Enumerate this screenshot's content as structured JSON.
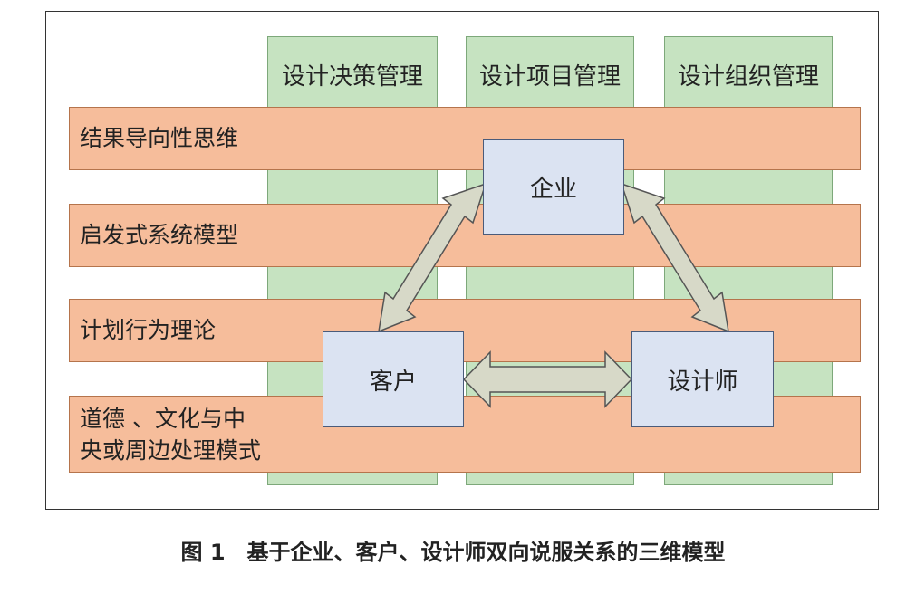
{
  "columns": [
    {
      "label": "设计决策管理"
    },
    {
      "label": "设计项目管理"
    },
    {
      "label": "设计组织管理"
    }
  ],
  "rows": [
    {
      "label": "结果导向性思维"
    },
    {
      "label": "启发式系统模型"
    },
    {
      "label": "计划行为理论"
    },
    {
      "label": "道德 、文化与中",
      "label2": "央或周边处理模式"
    }
  ],
  "nodes": {
    "enterprise": "企业",
    "customer": "客户",
    "designer": "设计师"
  },
  "caption": "图 1　基于企业、客户、设计师双向说服关系的三维模型",
  "colors": {
    "column_fill": "#c6e3c1",
    "row_fill": "#f6bd9b",
    "node_fill": "#dbe3f2",
    "arrow_fill": "#d7d9c8"
  }
}
